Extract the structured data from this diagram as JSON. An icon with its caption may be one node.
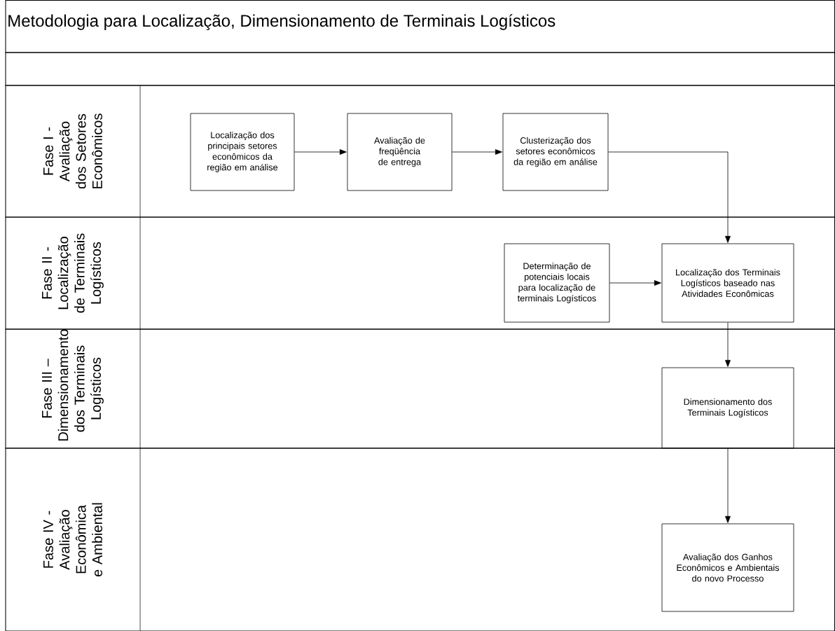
{
  "diagram": {
    "title": "Metodologia para Localização, Dimensionamento de Terminais Logísticos",
    "nodes": [
      {
        "text": [
          "Fase I - Avaliação dos Setores Econômicos"
        ]
      },
      {
        "text": [
          "Localização dos principais setores econômicos da região em análise"
        ],
        "in": 0
      },
      {
        "text": [
          "Avaliação de freqüência de entrega"
        ],
        "in": 0
      },
      {
        "text": [
          "Clusterização dos setores econômicos da região em análise"
        ],
        "in": 0
      },
      {
        "text": [
          "Fase II - Localização de Terminais Logísticos"
        ]
      },
      {
        "text": [
          "Determinação de potenciais locais para localização de terminais Logísticos"
        ],
        "in": 4
      },
      {
        "text": [
          "Localização dos Terminais Logísticos baseado nas Atividades Econômicas"
        ],
        "in": 4
      },
      {
        "text": [
          "Fase III – Dimensionamento dos Terminais Logísticos"
        ]
      },
      {
        "text": [
          "Dimensionamento dos Terminais Logísticos"
        ],
        "in": 7
      },
      {
        "text": [
          "Fase IV - Avaliação Econômica e Ambiental"
        ]
      },
      {
        "text": [
          "Avaliação dos Ganhos Econômicos e Ambientais do novo Processo"
        ],
        "in": 9
      }
    ],
    "edges": [
      {
        "from": 1,
        "to": 2,
        "arrow": "to"
      },
      {
        "from": 2,
        "to": 3,
        "arrow": "to"
      },
      {
        "from": 3,
        "to": 6,
        "arrow": "to"
      },
      {
        "from": 5,
        "to": 6,
        "arrow": "to"
      },
      {
        "from": 6,
        "to": 8,
        "arrow": "to"
      },
      {
        "from": 8,
        "to": 10,
        "arrow": "to"
      }
    ]
  }
}
